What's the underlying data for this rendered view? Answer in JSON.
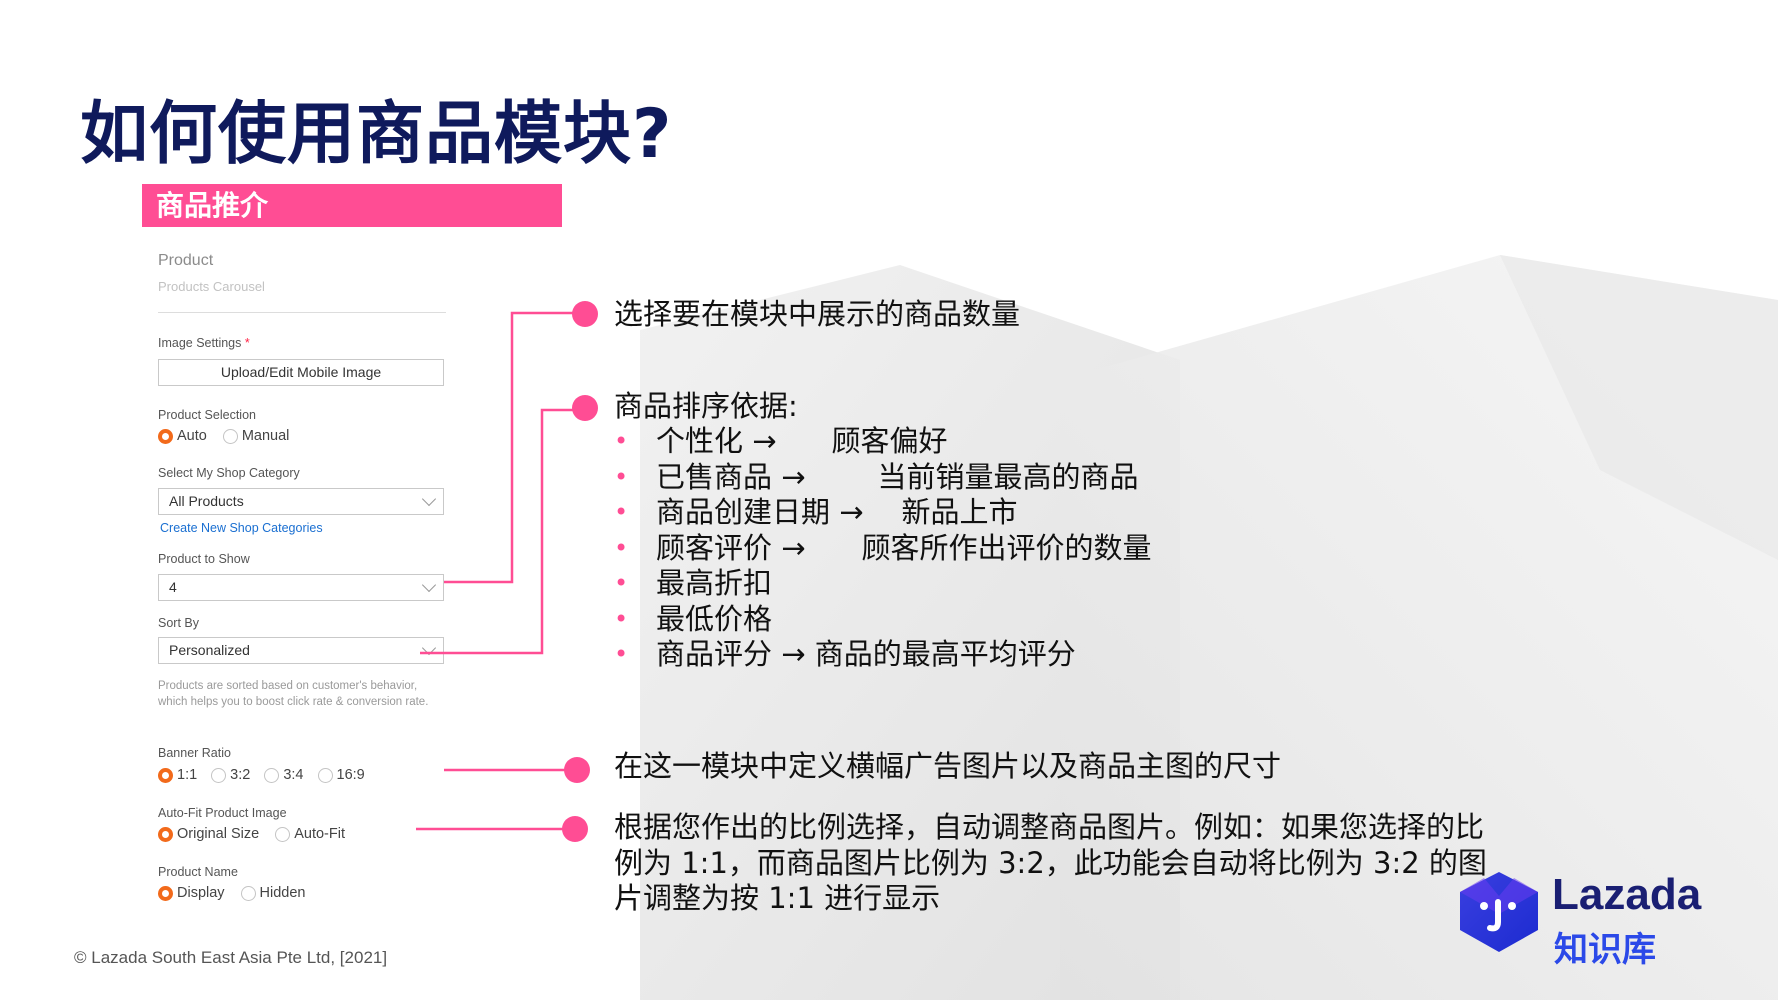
{
  "page": {
    "title": "如何使用商品模块?"
  },
  "section": {
    "banner": "商品推介"
  },
  "panel": {
    "title": "Product",
    "subtitle": "Products Carousel",
    "image_settings_label": "Image Settings",
    "required_mark": "*",
    "upload_button": "Upload/Edit Mobile Image",
    "product_selection_label": "Product Selection",
    "product_selection_options": [
      "Auto",
      "Manual"
    ],
    "category_label": "Select My Shop Category",
    "category_value": "All Products",
    "create_category_link": "Create New Shop Categories",
    "product_to_show_label": "Product to Show",
    "product_to_show_value": "4",
    "sort_by_label": "Sort By",
    "sort_by_value": "Personalized",
    "sort_help": "Products are sorted based on customer's behavior, which helps you to boost click rate & conversion rate.",
    "banner_ratio_label": "Banner Ratio",
    "banner_ratio_options": [
      "1:1",
      "3:2",
      "3:4",
      "16:9"
    ],
    "autofit_label": "Auto-Fit Product Image",
    "autofit_options": [
      "Original Size",
      "Auto-Fit"
    ],
    "product_name_label": "Product Name",
    "product_name_options": [
      "Display",
      "Hidden"
    ]
  },
  "notes": {
    "quantity": "选择要在模块中展示的商品数量",
    "sort_heading": "商品排序依据:",
    "sort_items": [
      {
        "left": "个性化 →",
        "right": "顾客偏好"
      },
      {
        "left": "已售商品 →",
        "right": "当前销量最高的商品"
      },
      {
        "left": "商品创建日期 →",
        "right": "新品上市"
      },
      {
        "left": "顾客评价 →",
        "right": "顾客所作出评价的数量"
      },
      {
        "left": "最高折扣",
        "right": ""
      },
      {
        "left": "最低价格",
        "right": ""
      },
      {
        "left": "商品评分 → 商品的最高平均评分",
        "right": ""
      }
    ],
    "ratio": "在这一模块中定义横幅广告图片以及商品主图的尺寸",
    "autofit": "根据您作出的比例选择，自动调整商品图片。例如：如果您选择的比例为 1:1，而商品图片比例为 3:2，此功能会自动将比例为 3:2 的图片调整为按 1:1 进行显示"
  },
  "footer": {
    "copyright": "© Lazada South East Asia Pte Ltd, [2021]"
  },
  "logo": {
    "word": "Lazada",
    "sub": "知识库"
  },
  "colors": {
    "accent": "#ff4d94",
    "title": "#0f1a5c",
    "radio_on": "#f26a1b",
    "logo_blue": "#2b49e8"
  }
}
